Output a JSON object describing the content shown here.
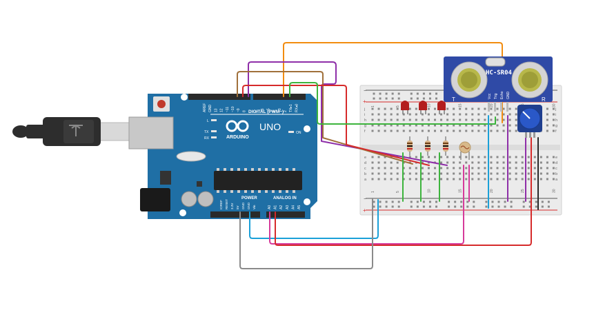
{
  "arduino": {
    "brand": "ARDUINO",
    "model": "UNO",
    "digital_header_label": "DIGITAL (PWM~)",
    "power_label": "POWER",
    "analog_label": "ANALOG IN",
    "led_l": "L",
    "led_tx": "TX",
    "led_rx": "RX",
    "led_on": "ON",
    "digital_pins_left": [
      "AREF",
      "GND",
      "13",
      "12",
      "~11",
      "~10",
      "~9",
      "8"
    ],
    "digital_pins_right": [
      "7",
      "~6",
      "~5",
      "4",
      "~3",
      "2",
      "TX▸1",
      "RX◂0"
    ],
    "power_pins": [
      "IOREF",
      "RESET",
      "3.3V",
      "5V",
      "GND",
      "GND",
      "Vin"
    ],
    "analog_pins": [
      "A0",
      "A1",
      "A2",
      "A3",
      "A4",
      "A5"
    ]
  },
  "sensor": {
    "name": "HC-SR04",
    "pins": [
      "Vcc",
      "Trig",
      "Echo",
      "GND"
    ],
    "marks": [
      "T",
      "R"
    ]
  },
  "breadboard": {
    "column_numbers": [
      "1",
      "5",
      "10",
      "15",
      "20",
      "25",
      "30"
    ],
    "row_letters_top": [
      "j",
      "i",
      "h",
      "g",
      "f"
    ],
    "row_letters_bottom": [
      "e",
      "d",
      "c",
      "b",
      "a"
    ],
    "rail_plus": "+",
    "rail_minus": "−"
  },
  "colors": {
    "board_blue": "#1f6fa5",
    "wire_orange": "#f28c0f",
    "wire_purple": "#8e2ea8",
    "wire_brown": "#a0703a",
    "wire_red": "#d62a2a",
    "wire_green": "#3cb43c",
    "wire_cyan": "#1aa0d8",
    "wire_magenta": "#d63a9a",
    "wire_gray": "#8a8a8a"
  },
  "icons": [
    "usb-cable-icon",
    "reset-button-icon",
    "arduino-infinity-logo-icon",
    "potentiometer-icon",
    "photoresistor-icon",
    "led-icon",
    "resistor-icon"
  ]
}
